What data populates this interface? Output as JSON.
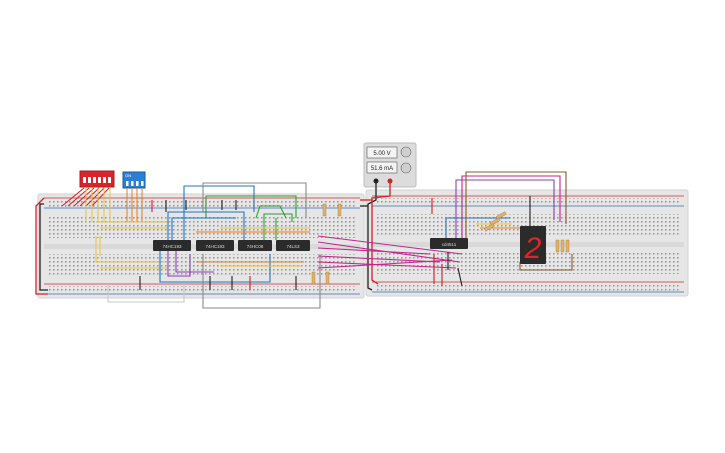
{
  "power_supply": {
    "voltage_reading": "5.00 V",
    "current_reading": "51.6 mA"
  },
  "chips": [
    {
      "id": "chip1",
      "label": "74HC193"
    },
    {
      "id": "chip2",
      "label": "74HC193"
    },
    {
      "id": "chip3",
      "label": "74HC08"
    },
    {
      "id": "chip4",
      "label": "74LS3"
    },
    {
      "id": "chip5",
      "label": "cd4511"
    }
  ],
  "dip_switch": {
    "label": "ON"
  },
  "seven_segment": {
    "digit": "2",
    "color": "#e0242c"
  },
  "colors": {
    "board": "#e6e6e6",
    "rail_red": "#d7262b",
    "rail_blue": "#2f6db5",
    "wire_black": "#202020",
    "wire_red": "#d41f26",
    "wire_blue": "#1f76c6",
    "wire_green": "#2ca02c",
    "wire_purple": "#8a3fb0",
    "wire_magenta": "#c2258a",
    "wire_gray": "#8a8a8a",
    "wire_orange": "#e67e22",
    "wire_yellow": "#e6c23c",
    "wire_brown": "#8b5a2b"
  }
}
